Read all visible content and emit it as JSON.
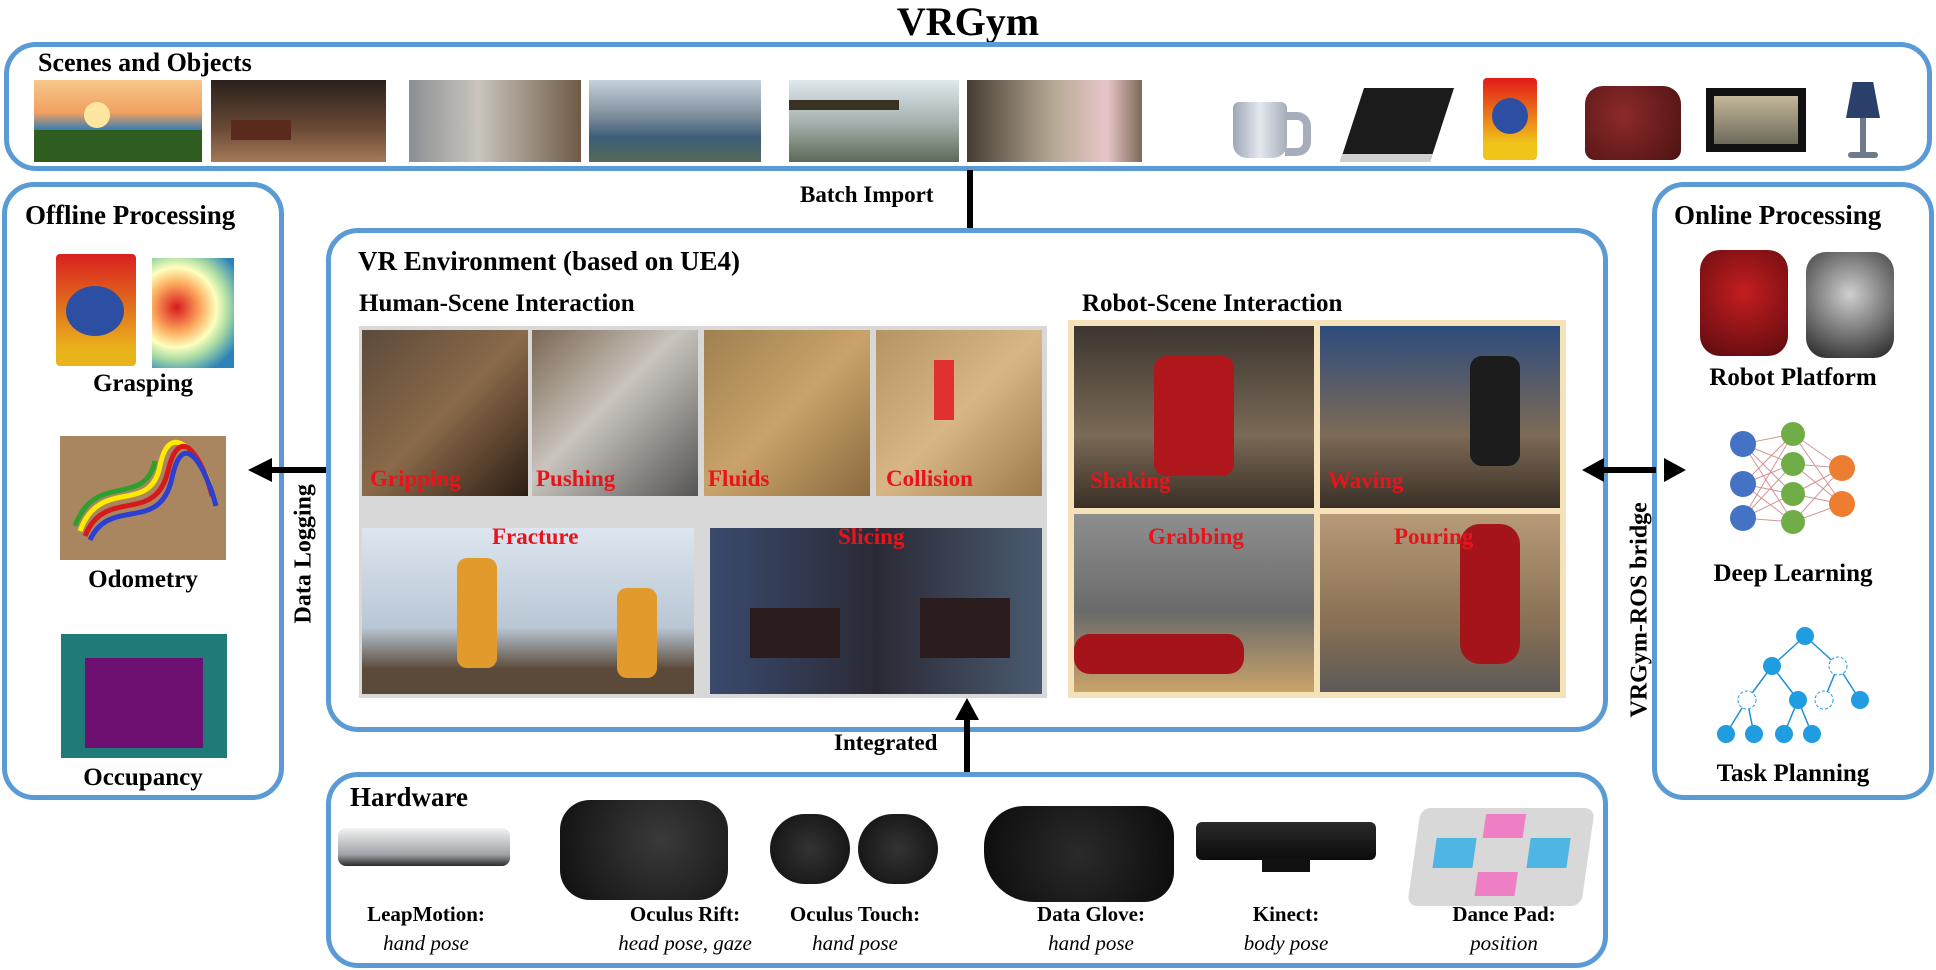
{
  "main_title": "VRGym",
  "scenes": {
    "title": "Scenes and Objects"
  },
  "offline": {
    "title": "Offline Processing",
    "items": [
      "Grasping",
      "Odometry",
      "Occupancy"
    ]
  },
  "online": {
    "title": "Online Processing",
    "items": [
      "Robot Platform",
      "Deep Learning",
      "Task Planning"
    ]
  },
  "vr_env": {
    "title": "VR Environment (based on UE4)",
    "human": {
      "title": "Human-Scene Interaction",
      "labels": [
        "Gripping",
        "Pushing",
        "Fluids",
        "Collision",
        "Fracture",
        "Slicing"
      ]
    },
    "robot": {
      "title": "Robot-Scene Interaction",
      "labels": [
        "Shaking",
        "Waving",
        "Grabbing",
        "Pouring"
      ]
    }
  },
  "arrows": {
    "batch_import": "Batch Import",
    "integrated": "Integrated",
    "data_logging": "Data Logging",
    "ros_bridge": "VRGym-ROS bridge"
  },
  "hardware": {
    "title": "Hardware",
    "devices": [
      {
        "name": "LeapMotion:",
        "desc": "hand pose"
      },
      {
        "name": "Oculus Rift:",
        "desc": "head pose, gaze"
      },
      {
        "name": "Oculus Touch:",
        "desc": "hand pose"
      },
      {
        "name": "Data Glove:",
        "desc": "hand pose"
      },
      {
        "name": "Kinect:",
        "desc": "body pose"
      },
      {
        "name": "Dance Pad:",
        "desc": "position"
      }
    ]
  },
  "colors": {
    "panel_border": "#5b9bd5",
    "label_red": "#e8141b"
  }
}
